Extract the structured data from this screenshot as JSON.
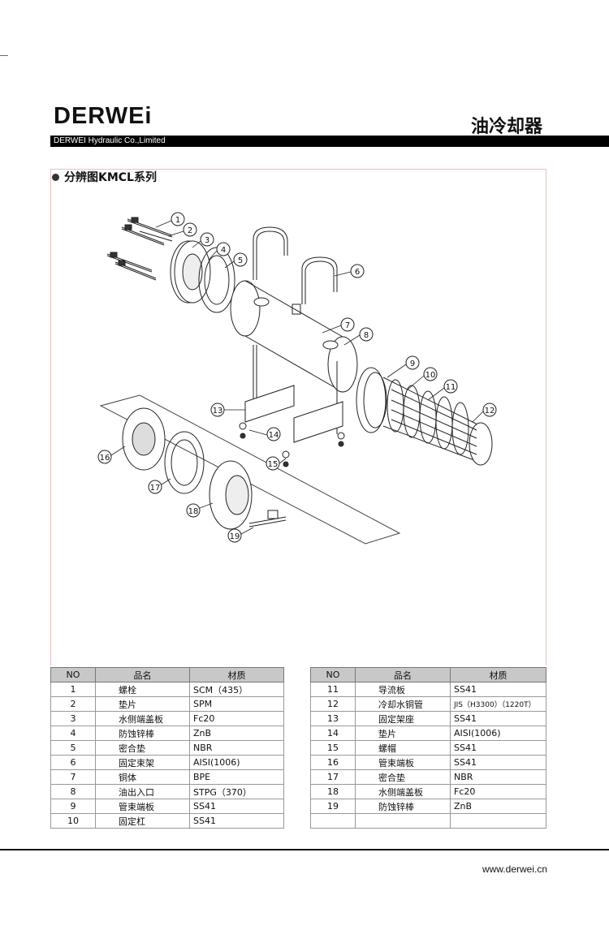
{
  "header": {
    "logo_text": "DERWEi",
    "page_title": "油冷却器",
    "company_name": "DERWEI Hydraulic Co.,Limited"
  },
  "section": {
    "title": "分辨图KMCL系列"
  },
  "diagram": {
    "callouts": [
      "1",
      "2",
      "3",
      "4",
      "5",
      "6",
      "7",
      "8",
      "9",
      "10",
      "11",
      "12",
      "13",
      "14",
      "15",
      "16",
      "17",
      "18",
      "19"
    ]
  },
  "table": {
    "headers": [
      "NO",
      "品名",
      "材质"
    ],
    "left_rows": [
      {
        "no": "1",
        "name": "螺栓",
        "material": "SCM（435）"
      },
      {
        "no": "2",
        "name": "垫片",
        "material": "SPM"
      },
      {
        "no": "3",
        "name": "水侧端盖板",
        "material": "Fc20"
      },
      {
        "no": "4",
        "name": "防蚀锌棒",
        "material": "ZnB"
      },
      {
        "no": "5",
        "name": "密合垫",
        "material": "NBR"
      },
      {
        "no": "6",
        "name": "固定束架",
        "material": "AISI(1006)"
      },
      {
        "no": "7",
        "name": "铜体",
        "material": "BPE"
      },
      {
        "no": "8",
        "name": "油出入口",
        "material": "STPG（370）"
      },
      {
        "no": "9",
        "name": "管束端板",
        "material": "SS41"
      },
      {
        "no": "10",
        "name": "固定杠",
        "material": "SS41"
      }
    ],
    "right_rows": [
      {
        "no": "11",
        "name": "导流板",
        "material": "SS41"
      },
      {
        "no": "12",
        "name": "冷却水铜管",
        "material": "JIS（H3300）（1220T）"
      },
      {
        "no": "13",
        "name": "固定架座",
        "material": "SS41"
      },
      {
        "no": "14",
        "name": "垫片",
        "material": "AISI(1006)"
      },
      {
        "no": "15",
        "name": "螺帽",
        "material": "SS41"
      },
      {
        "no": "16",
        "name": "管束端板",
        "material": "SS41"
      },
      {
        "no": "17",
        "name": "密合垫",
        "material": "NBR"
      },
      {
        "no": "18",
        "name": "水侧端盖板",
        "material": "Fc20"
      },
      {
        "no": "19",
        "name": "防蚀锌棒",
        "material": "ZnB"
      },
      {
        "no": "",
        "name": "",
        "material": ""
      }
    ]
  },
  "footer": {
    "website": "www.derwei.cn"
  }
}
